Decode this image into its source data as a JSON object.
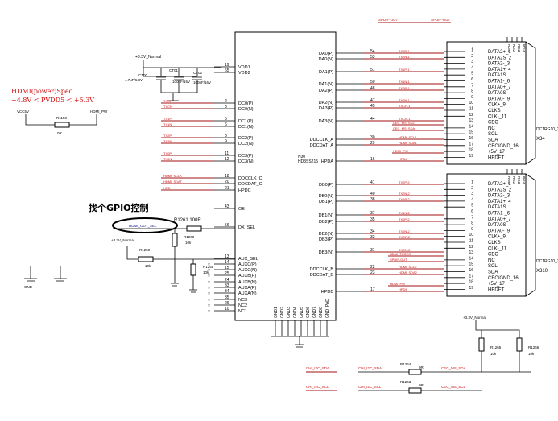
{
  "ic": {
    "ref": "N30",
    "part": "HD3SS215",
    "left_pins": [
      {
        "num": "19",
        "name": "VDD1"
      },
      {
        "num": "55",
        "name": "VDD2"
      },
      {
        "num": "2",
        "name": "DC0(P)",
        "net": "TXCP"
      },
      {
        "num": "3",
        "name": "DC0(N)",
        "net": "TXCN"
      },
      {
        "num": "5",
        "name": "DC1(P)",
        "net": "TX1P"
      },
      {
        "num": "6",
        "name": "DC1(N)",
        "net": "TX1N"
      },
      {
        "num": "8",
        "name": "DC2(P)",
        "net": "TX2P"
      },
      {
        "num": "9",
        "name": "DC2(N)",
        "net": "TX2N"
      },
      {
        "num": "11",
        "name": "DC3(P)",
        "net": "TX0P"
      },
      {
        "num": "12",
        "name": "DC3(N)",
        "net": "TX0N"
      },
      {
        "num": "18",
        "name": "DDCCLK_C",
        "net": "HDMI_SCLK"
      },
      {
        "num": "20",
        "name": "DDCDAT_C",
        "net": "HDMI_SDAT"
      },
      {
        "num": "21",
        "name": "HPDC",
        "net": "HPD"
      },
      {
        "num": "43",
        "name": "OE"
      },
      {
        "num": "56",
        "name": "DX_SEL"
      },
      {
        "num": "13",
        "name": "AUX_SEL"
      },
      {
        "num": "14",
        "name": "AUXC(P)"
      },
      {
        "num": "15",
        "name": "AUXC(N)"
      },
      {
        "num": "25",
        "name": "AUXB(P)"
      },
      {
        "num": "24",
        "name": "AUXB(N)"
      },
      {
        "num": "33",
        "name": "AUXA(P)"
      },
      {
        "num": "34",
        "name": "AUXA(N)"
      },
      {
        "num": "35",
        "name": "NC3"
      },
      {
        "num": "26",
        "name": "NC2"
      },
      {
        "num": "10",
        "name": "NC1"
      }
    ],
    "right_pins": [
      {
        "num": "54",
        "name": "DA0(P)",
        "net": "TX2P-1"
      },
      {
        "num": "53",
        "name": "DA0(N)",
        "net": "TX2N-1"
      },
      {
        "num": "51",
        "name": "DA1(P)",
        "net": "TX1P-1"
      },
      {
        "num": "50",
        "name": "DA1(N)",
        "net": "TX1N-1"
      },
      {
        "num": "48",
        "name": "DA2(P)",
        "net": "TX0P-1"
      },
      {
        "num": "47",
        "name": "DA2(N)",
        "net": "TX0N-1"
      },
      {
        "num": "45",
        "name": "DA3(P)",
        "net": "TXCP-1"
      },
      {
        "num": "44",
        "name": "DA3(N)",
        "net": "TXCN-1"
      },
      {
        "num": "30",
        "name": "DDCCLK_A",
        "net": "HDMI_SCL1"
      },
      {
        "num": "29",
        "name": "DDCDAT_A",
        "net": "HDMI_SDA1"
      },
      {
        "num": "16",
        "name": "HPDA",
        "net": "HPDA"
      },
      {
        "num": "41",
        "name": "DB0(P)",
        "net": "TX2P-2"
      },
      {
        "num": "40",
        "name": "DB0(N)",
        "net": "TX2N-2"
      },
      {
        "num": "38",
        "name": "DB1(P)",
        "net": "TX1P-2"
      },
      {
        "num": "37",
        "name": "DB1(N)",
        "net": "TX1N-2"
      },
      {
        "num": "35",
        "name": "DB2(P)",
        "net": "TX0P-2"
      },
      {
        "num": "34",
        "name": "DB2(N)",
        "net": "TX0N-2"
      },
      {
        "num": "32",
        "name": "DB3(P)",
        "net": "TXCP-2"
      },
      {
        "num": "31",
        "name": "DB3(N)",
        "net": "TXCN-2"
      },
      {
        "num": "22",
        "name": "DDCCLK_B",
        "net": "HDMI_SCL2"
      },
      {
        "num": "23",
        "name": "DDCDAT_B",
        "net": "HDMI_SDA2"
      },
      {
        "num": "17",
        "name": "HPDB",
        "net": "HPDB"
      }
    ],
    "gnd_pins": [
      "GND1",
      "GND2",
      "GND3",
      "GND4",
      "GND5",
      "GND6",
      "GND7",
      "GND8",
      "GND_PAD"
    ]
  },
  "connector_top": {
    "ref": "DC1RG10_X34",
    "ref_short": "X34",
    "pins": [
      {
        "num": "1",
        "name": "DATA2+_1"
      },
      {
        "num": "2",
        "name": "DATA2S_2"
      },
      {
        "num": "3",
        "name": "DATA2-_3"
      },
      {
        "num": "4",
        "name": "DATA1+_4"
      },
      {
        "num": "5",
        "name": "DATA1S"
      },
      {
        "num": "6",
        "name": "DATA1-_6"
      },
      {
        "num": "7",
        "name": "DATA0+_7"
      },
      {
        "num": "8",
        "name": "DATA0S"
      },
      {
        "num": "9",
        "name": "DATA0-_9"
      },
      {
        "num": "10",
        "name": "CLK+_9"
      },
      {
        "num": "11",
        "name": "CLKS"
      },
      {
        "num": "12",
        "name": "CLK-_11"
      },
      {
        "num": "13",
        "name": "CEC"
      },
      {
        "num": "14",
        "name": "NC"
      },
      {
        "num": "15",
        "name": "SCL"
      },
      {
        "num": "16",
        "name": "SDA"
      },
      {
        "num": "17",
        "name": "CEC/GND_16"
      },
      {
        "num": "18",
        "name": "+5V_17"
      },
      {
        "num": "19",
        "name": "HPDET"
      }
    ],
    "extra_nets": [
      "CEC_MS_SCL",
      "CEC_MS_SDA",
      "HDMI_PW"
    ]
  },
  "connector_bottom": {
    "ref": "DC1RG10_X310",
    "ref_short": "X310",
    "pins": [
      {
        "num": "1",
        "name": "DATA2+_1"
      },
      {
        "num": "2",
        "name": "DATA2S_2"
      },
      {
        "num": "3",
        "name": "DATA2-_3"
      },
      {
        "num": "4",
        "name": "DATA1+_4"
      },
      {
        "num": "5",
        "name": "DATA1S"
      },
      {
        "num": "6",
        "name": "DATA1-_6"
      },
      {
        "num": "7",
        "name": "DATA0+_7"
      },
      {
        "num": "8",
        "name": "DATA0S"
      },
      {
        "num": "9",
        "name": "DATA0-_9"
      },
      {
        "num": "10",
        "name": "CLK+_9"
      },
      {
        "num": "11",
        "name": "CLKS"
      },
      {
        "num": "12",
        "name": "CLK-_11"
      },
      {
        "num": "13",
        "name": "CEC"
      },
      {
        "num": "14",
        "name": "NC"
      },
      {
        "num": "15",
        "name": "SCL"
      },
      {
        "num": "16",
        "name": "SDA"
      },
      {
        "num": "17",
        "name": "CEC/GND_16"
      },
      {
        "num": "18",
        "name": "+5V_17"
      },
      {
        "num": "19",
        "name": "HPDET"
      }
    ],
    "extra_nets": [
      "HDMI_TXCEC",
      "SPDIF-OUT",
      "HDMI_PW"
    ]
  },
  "mounting_pins": [
    "RG1",
    "RG2",
    "RG3",
    "RG4"
  ],
  "spdif_top": "SPDIF-OUT",
  "power": {
    "rail": "+3.3V_Normal",
    "caps": [
      {
        "ref": "CT00",
        "value": "4.7uF/6.3V"
      },
      {
        "ref": "CT01",
        "value": "100nF/16V"
      },
      {
        "ref": "CT02",
        "value": "100nF/16V"
      }
    ],
    "gnd_label": "GND"
  },
  "annotation": {
    "spec_title": "HDMI(power)Spec.",
    "spec_range": "+4.8V < PVDD5 < +5.3V",
    "gpio_note": "找个GPIO控制",
    "gpio_net": "HDMI_OUT_SEL"
  },
  "hdmi_pw": {
    "left_net": "VCC5V",
    "right_net": "HDMI_PW",
    "resistor": "R1153",
    "value": "0R"
  },
  "resistors": [
    {
      "ref": "R1261",
      "value": "100R"
    },
    {
      "ref": "R1260",
      "value": "10k"
    },
    {
      "ref": "R1259",
      "value": "10k"
    },
    {
      "ref": "R1255",
      "value": "10k"
    },
    {
      "ref": "R1265",
      "value": "10k"
    },
    {
      "ref": "R1266",
      "value": "10k"
    },
    {
      "ref": "R1264",
      "value": "0R"
    },
    {
      "ref": "R1263",
      "value": "0R"
    }
  ],
  "bottom_nets": {
    "sda_in": "CHI_I2C_SDA",
    "sda_mid": "CHI_I2C_SDA",
    "sda_out": "CEC_MS_SDA",
    "scl_in": "CHI_I2C_SCL",
    "scl_mid": "CHI_I2C_SCL",
    "scl_out": "CEC_MS_SCL",
    "rail": "+3.3V_Normal"
  }
}
